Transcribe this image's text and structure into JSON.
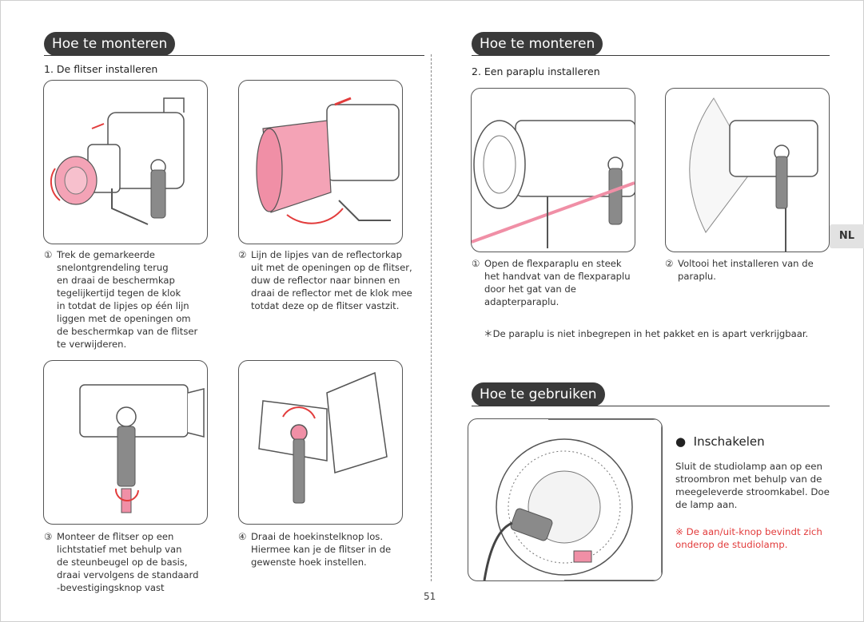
{
  "left": {
    "heading": "Hoe te monteren",
    "subheading": "1. De flitser installeren",
    "steps": [
      {
        "num": "①",
        "lines": [
          "Trek de gemarkeerde",
          "snelontgrendeling terug",
          "en draai de beschermkap",
          "tegelijkertijd tegen de klok",
          "in totdat de lipjes op één lijn",
          "liggen met de openingen om",
          "de beschermkap van de flitser",
          "te verwijderen."
        ]
      },
      {
        "num": "②",
        "lines": [
          "Lijn de lipjes van de reflectorkap",
          "uit met de openingen op de flitser,",
          "duw de reflector naar binnen en",
          "draai de reflector met de klok mee",
          "totdat deze op de flitser vastzit."
        ]
      },
      {
        "num": "③",
        "lines": [
          "Monteer de flitser op een",
          "lichtstatief met behulp van",
          "de steunbeugel op de basis,",
          "draai vervolgens de standaard",
          "-bevestigingsknop vast"
        ]
      },
      {
        "num": "④",
        "lines": [
          "Draai de hoekinstelknop los.",
          "Hiermee kan je de flitser in de",
          "gewenste hoek instellen."
        ]
      }
    ]
  },
  "right": {
    "heading": "Hoe te monteren",
    "subheading": "2. Een paraplu installeren",
    "steps": [
      {
        "num": "①",
        "lines": [
          "Open de flexparaplu en steek",
          "het handvat van de flexparaplu",
          "door het gat van de",
          "adapterparaplu."
        ]
      },
      {
        "num": "②",
        "lines": [
          "Voltooi het installeren van de",
          "paraplu."
        ]
      }
    ],
    "note": "＊De paraplu is niet inbegrepen in het pakket en is apart verkrijgbaar.",
    "use_heading": "Hoe te gebruiken",
    "bullet": "●",
    "bullet_title": "Inschakelen",
    "body": [
      "Sluit de studiolamp aan op een",
      "stroombron met behulp van de",
      "meegeleverde stroomkabel. Doe",
      "de lamp aan."
    ],
    "warning": [
      "※ De aan/uit-knop bevindt zich",
      "onderop de studiolamp."
    ]
  },
  "language_tab": "NL",
  "page_number": "51",
  "colors": {
    "accent_pink": "#f08fa6",
    "arrow_red": "#e23c3c",
    "pill_bg": "#3a3a3a"
  }
}
